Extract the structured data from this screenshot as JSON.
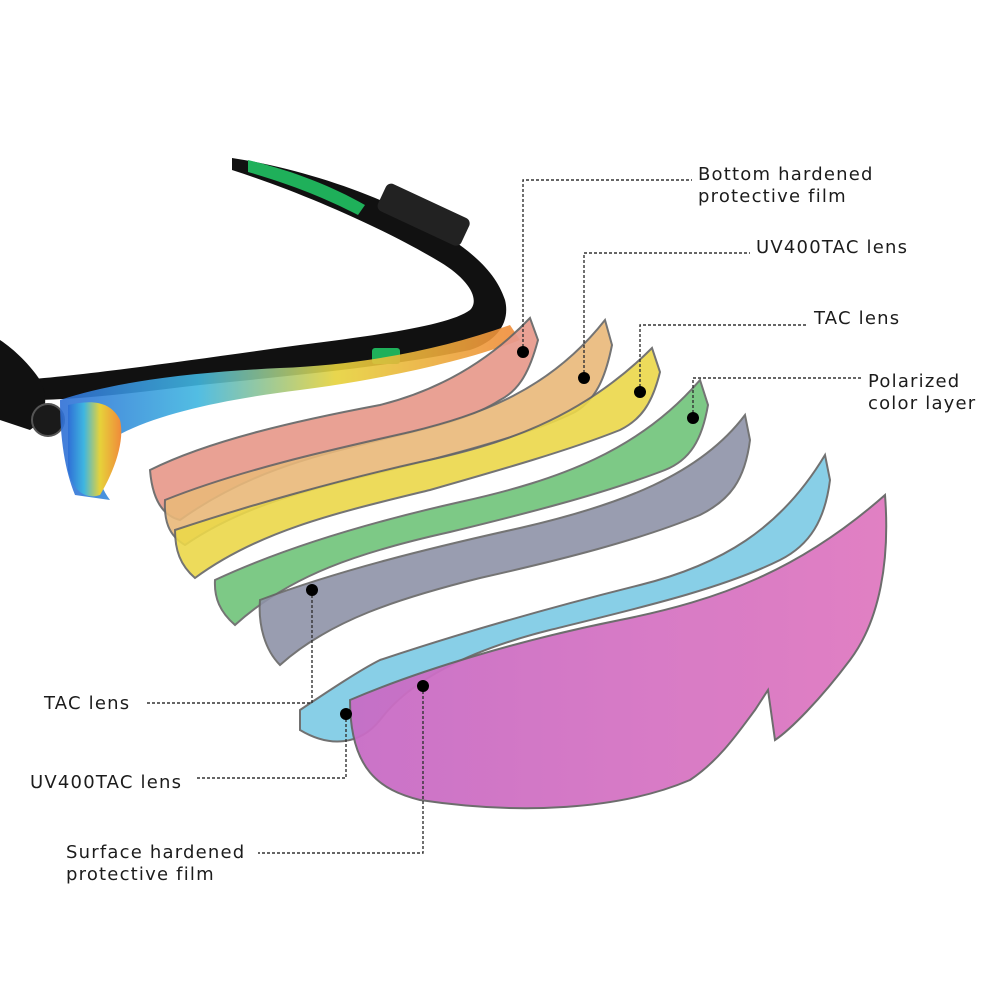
{
  "labels": {
    "bottom_film": {
      "line1": "Bottom hardened",
      "line2": "protective film"
    },
    "uv400_top": "UV400TAC lens",
    "tac_top": "TAC lens",
    "polarized": {
      "line1": "Polarized",
      "line2": "color layer"
    },
    "tac_bottom": "TAC lens",
    "uv400_bottom": "UV400TAC lens",
    "surface_film": {
      "line1": "Surface hardened",
      "line2": "protective film"
    }
  },
  "layer_colors": {
    "bottom_film": "#e89a8c",
    "uv400_top": "#e9b97a",
    "tac_top": "#ecd84a",
    "polarized": "#6fc47a",
    "tac_bottom": "#8f93a8",
    "uv400_bottom": "#7ecbe6",
    "surface_film": "#d874c4"
  },
  "frame_colors": {
    "frame": "#111111",
    "accent": "#1fb05a",
    "lens_mirror": "#3a7fd9"
  }
}
